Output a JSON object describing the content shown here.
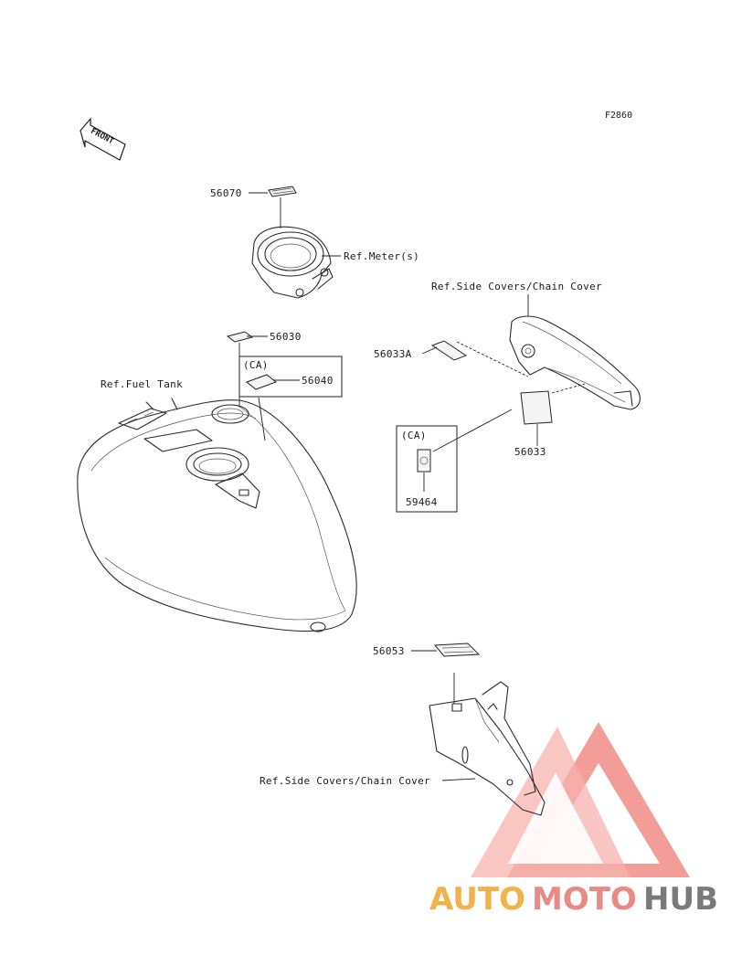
{
  "figure_code": "F2860",
  "front_arrow_text": "FRONT",
  "labels": {
    "p56070": "56070",
    "ref_meter": "Ref.Meter(s)",
    "p56030": "56030",
    "ca1": "(CA)",
    "p56040": "56040",
    "ref_fuel_tank": "Ref.Fuel Tank",
    "ref_side_covers_top": "Ref.Side Covers/Chain Cover",
    "p56033A": "56033A",
    "ca2": "(CA)",
    "p56033": "56033",
    "p59464": "59464",
    "p56053": "56053",
    "ref_side_covers_bottom": "Ref.Side Covers/Chain Cover"
  },
  "watermark": {
    "part1": "AUTO",
    "part2": "MOTO",
    "part3": "HUB",
    "colors": {
      "orange": "#f2b24a",
      "pink": "#e88a86",
      "gray": "#7a7a7a"
    }
  }
}
